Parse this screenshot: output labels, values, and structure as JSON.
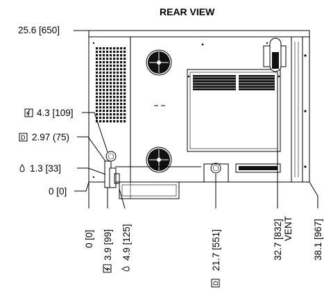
{
  "view_title": "REAR VIEW",
  "left_dimensions": {
    "height_top": "25.6 [650]",
    "electrical": "4.3 [109]",
    "drain": "2.97 (75)",
    "water": "1.3 [33]",
    "base": "0 [0]"
  },
  "bottom_dimensions": {
    "origin": "0 [0]",
    "electrical": "3.9 [99]",
    "water": "4.9 [125]",
    "drain": "21.7 [551]",
    "vent": "32.7 [832]",
    "vent_label": "VENT",
    "width": "38.1 [967]"
  },
  "symbols": {
    "electrical": "electrical-plug-icon",
    "drain": "drain-icon",
    "water": "water-drop-icon"
  }
}
